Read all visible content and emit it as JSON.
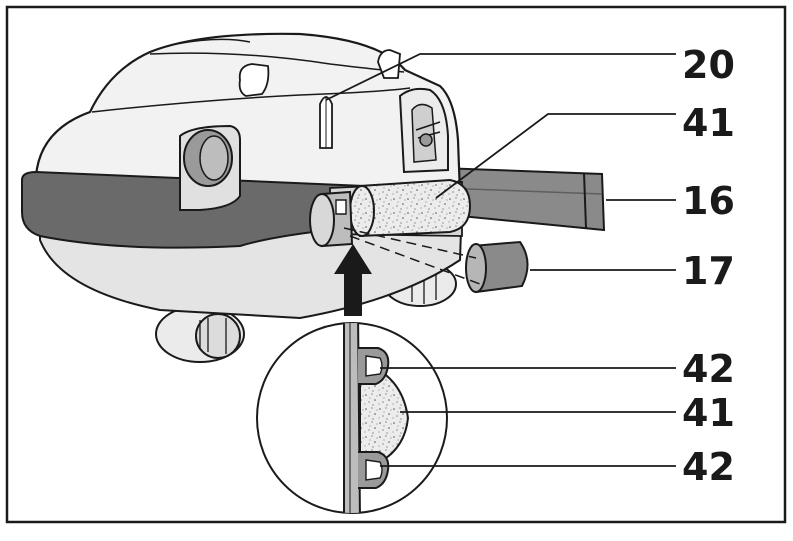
{
  "figure": {
    "labels": [
      {
        "id": "20",
        "text": "20"
      },
      {
        "id": "41a",
        "text": "41"
      },
      {
        "id": "16",
        "text": "16"
      },
      {
        "id": "17",
        "text": "17"
      },
      {
        "id": "42a",
        "text": "42"
      },
      {
        "id": "41b",
        "text": "41"
      },
      {
        "id": "42b",
        "text": "42"
      }
    ],
    "colors": {
      "ink": "#1a1a1a",
      "body": "#f2f2f2",
      "body_shade": "#e2e2e2",
      "bumper": "#6a6a6a",
      "hose": "#8a8a8a",
      "filter": "#e9e9e9"
    }
  }
}
